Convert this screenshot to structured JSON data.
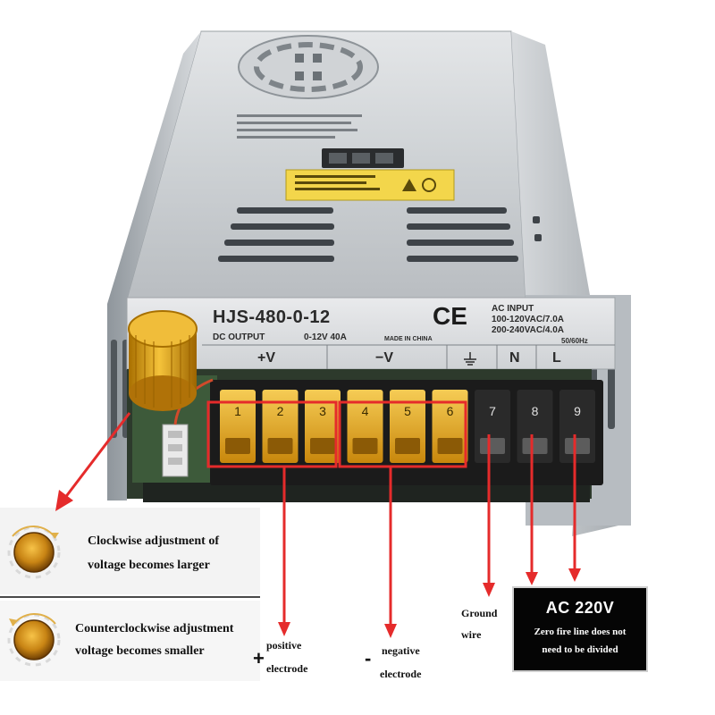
{
  "product": {
    "model": "HJS-480-0-12",
    "mark": "CE",
    "dc_output_label": "DC OUTPUT",
    "dc_output_spec": "0-12V  40A",
    "made_in": "MADE IN CHINA",
    "ac_input_label": "AC INPUT",
    "ac_input_line1": "100-120VAC/7.0A",
    "ac_input_line2": "200-240VAC/4.0A",
    "frequency": "50/60Hz",
    "terminal_labels": {
      "pos": "+V",
      "neg": "−V",
      "n": "N",
      "l": "L"
    },
    "terminal_numbers": [
      "1",
      "2",
      "3",
      "4",
      "5",
      "6",
      "7",
      "8",
      "9"
    ]
  },
  "callouts": {
    "clockwise_line1": "Clockwise adjustment of",
    "clockwise_line2": "voltage becomes larger",
    "counter_line1": "Counterclockwise adjustment",
    "counter_line2": "voltage becomes smaller",
    "plus_sign": "+",
    "minus_sign": "-",
    "positive_line1": "positive",
    "positive_line2": "electrode",
    "negative_line1": "negative",
    "negative_line2": "electrode",
    "ground_line1": "Ground",
    "ground_line2": "wire",
    "ac_title": "AC 220V",
    "ac_line1": "Zero fire line does not",
    "ac_line2": "need to be divided"
  },
  "colors": {
    "annotation_red": "#e52b2b",
    "knob_gold": "#e7a91a",
    "terminal_yellow": "#f2b92a",
    "case_silver": "#c9cdd1",
    "ac_box_bg": "#050505"
  }
}
